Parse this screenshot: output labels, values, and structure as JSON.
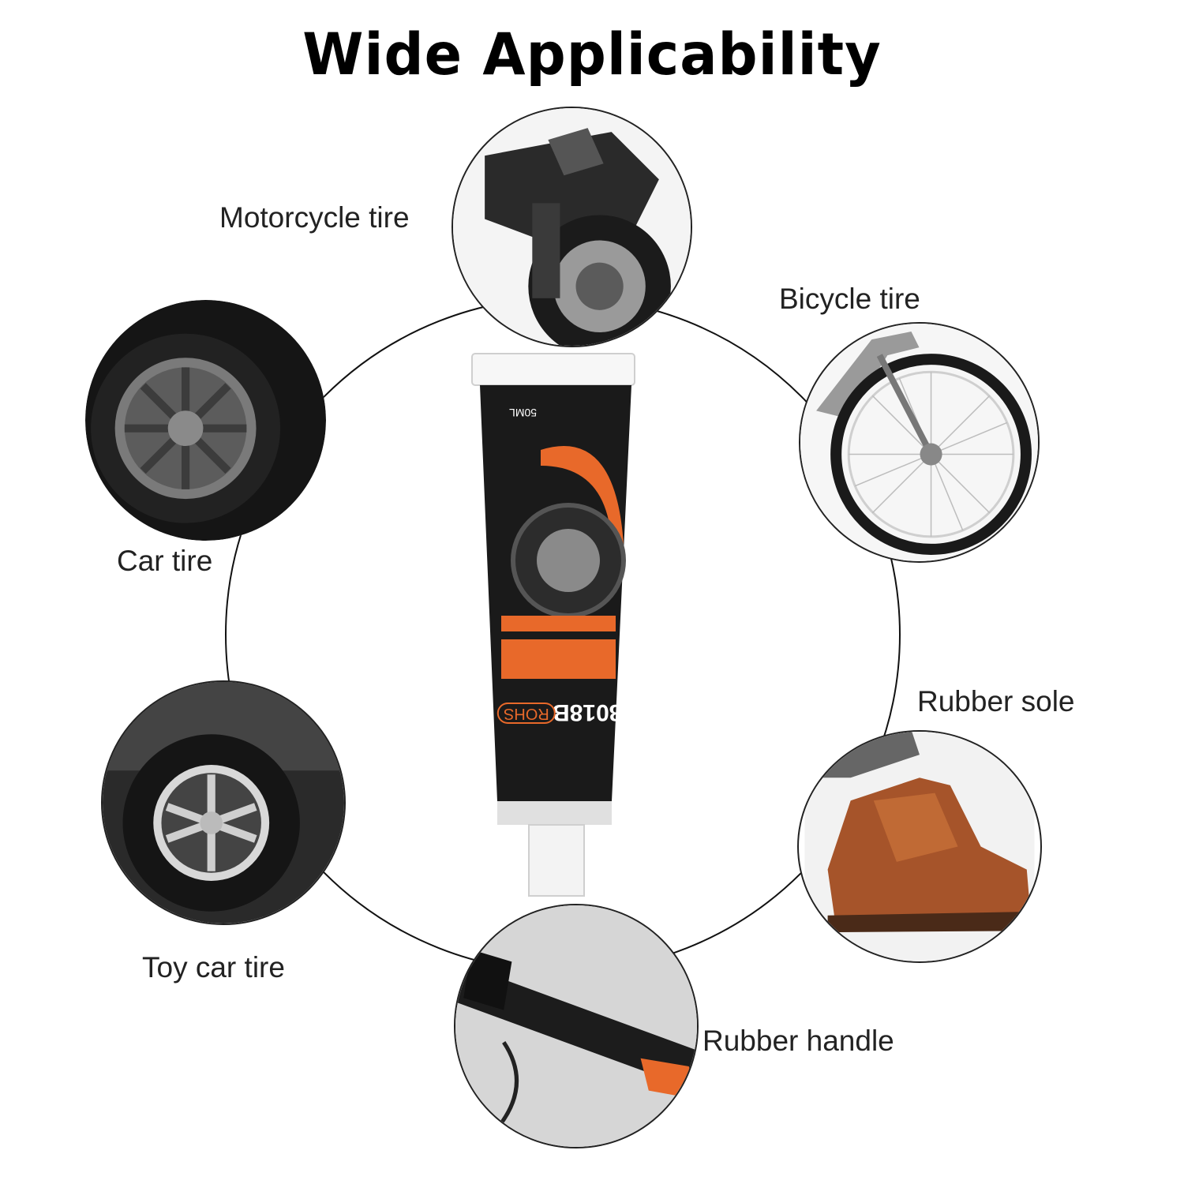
{
  "title": "Wide Applicability",
  "applications": [
    {
      "label": "Motorcycle tire",
      "icon": "motorcycle-tire-photo"
    },
    {
      "label": "Bicycle tire",
      "icon": "bicycle-tire-photo"
    },
    {
      "label": "Car tire",
      "icon": "car-tire-photo"
    },
    {
      "label": "Rubber sole",
      "icon": "rubber-sole-photo"
    },
    {
      "label": "Toy car tire",
      "icon": "toy-car-tire-photo"
    },
    {
      "label": "Rubber handle",
      "icon": "rubber-handle-photo"
    }
  ],
  "product": {
    "model": "8018B",
    "badge": "ROHS",
    "volume": "50ML"
  },
  "colors": {
    "accent": "#e8692a",
    "tube": "#1a1a1a"
  }
}
